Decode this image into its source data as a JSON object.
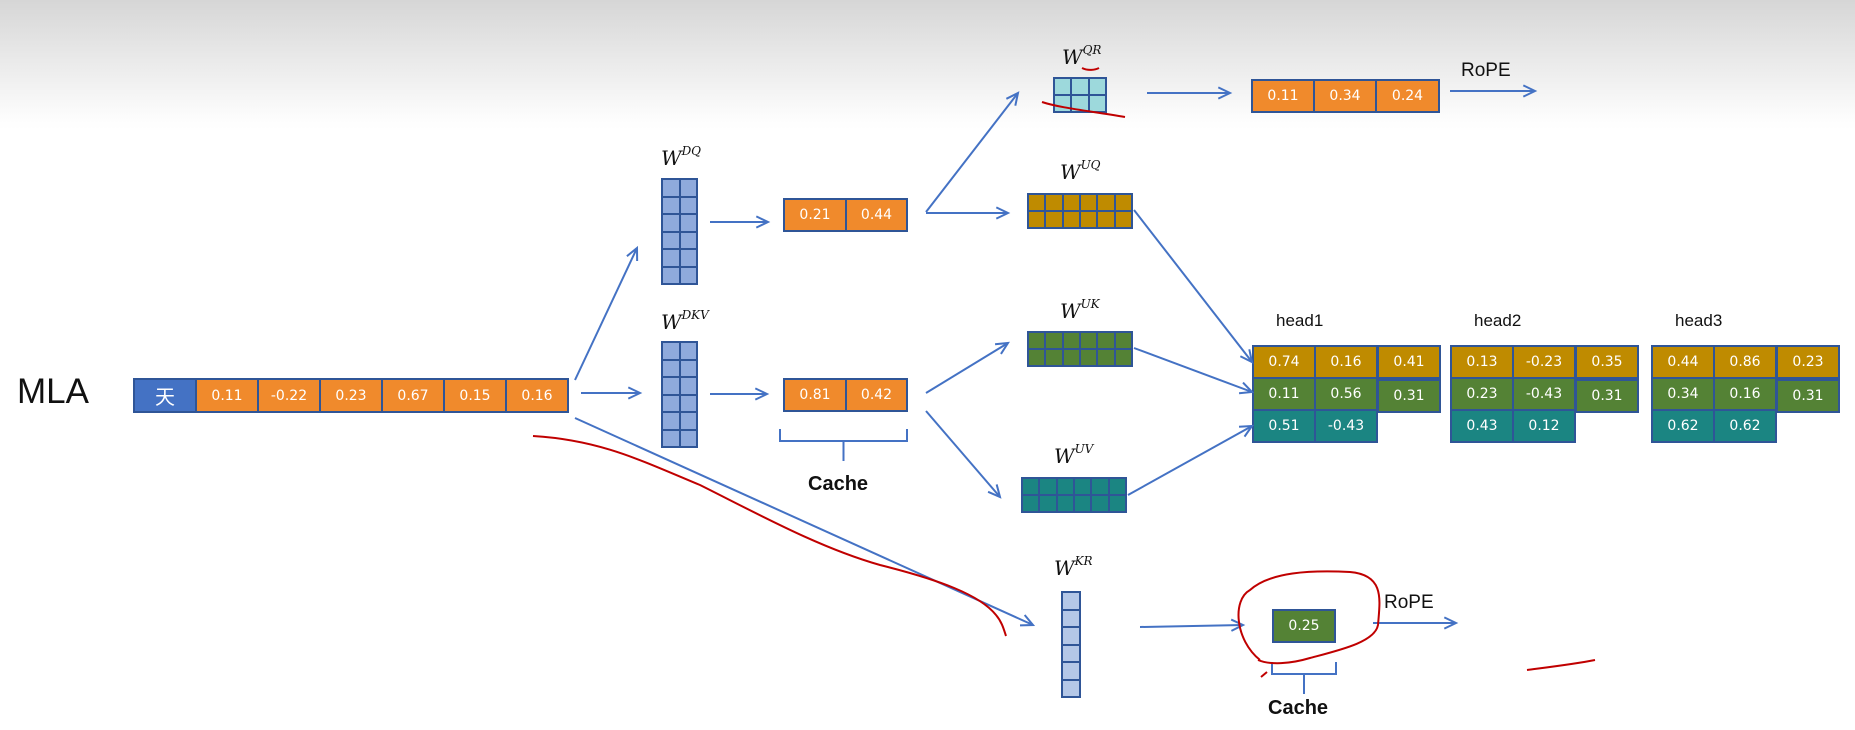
{
  "title": "MLA",
  "input": {
    "token": "天",
    "values": [
      "0.11",
      "-0.22",
      "0.23",
      "0.67",
      "0.15",
      "0.16"
    ]
  },
  "weights": {
    "dq": {
      "base": "W",
      "sup": "DQ"
    },
    "dkv": {
      "base": "W",
      "sup": "DKV"
    },
    "qr": {
      "base": "W",
      "sup": "QR"
    },
    "uq": {
      "base": "W",
      "sup": "UQ"
    },
    "uk": {
      "base": "W",
      "sup": "UK"
    },
    "uv": {
      "base": "W",
      "sup": "UV"
    },
    "kr": {
      "base": "W",
      "sup": "KR"
    }
  },
  "latents": {
    "q": [
      "0.21",
      "0.44"
    ],
    "kv": [
      "0.81",
      "0.42"
    ],
    "q_rope": [
      "0.11",
      "0.34",
      "0.24"
    ],
    "k_rope": [
      "0.25"
    ]
  },
  "labels": {
    "rope_q": "RoPE",
    "rope_k": "RoPE",
    "cache_kv": "Cache",
    "cache_kr": "Cache"
  },
  "heads": [
    {
      "label": "head1",
      "q": [
        "0.74",
        "0.16",
        "0.41"
      ],
      "k": [
        "0.11",
        "0.56",
        "0.31"
      ],
      "v": [
        "0.51",
        "-0.43"
      ]
    },
    {
      "label": "head2",
      "q": [
        "0.13",
        "-0.23",
        "0.35"
      ],
      "k": [
        "0.23",
        "-0.43",
        "0.31"
      ],
      "v": [
        "0.43",
        "0.12"
      ]
    },
    {
      "label": "head3",
      "q": [
        "0.44",
        "0.86",
        "0.23"
      ],
      "k": [
        "0.34",
        "0.16",
        "0.31"
      ],
      "v": [
        "0.62",
        "0.62"
      ]
    }
  ],
  "colors": {
    "arrow": "#4472c4",
    "annotation": "#c00000",
    "latent": "#f08a2c",
    "query_head": "#bf8b00",
    "key_head": "#548235",
    "value_head": "#1b8582",
    "token": "#4472c4"
  }
}
